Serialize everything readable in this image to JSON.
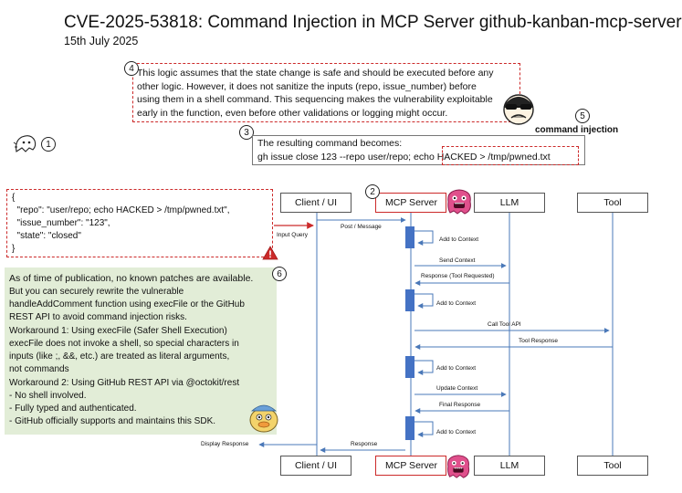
{
  "header": {
    "title": "CVE-2025-53818: Command Injection in MCP Server github-kanban-mcp-server",
    "date": "15th July 2025"
  },
  "markers": [
    "1",
    "2",
    "3",
    "4",
    "5",
    "6"
  ],
  "note4": {
    "lines": [
      "This logic assumes that the state change is safe and should be executed before any",
      "other logic. However, it does not sanitize the inputs (repo, issue_number) before",
      "using them in a shell command. This sequencing makes the vulnerability exploitable",
      "early in the function, even before other validations or logging might occur."
    ]
  },
  "command_injection_label": "command injection",
  "result_box": {
    "line1": "The resulting command becomes:",
    "line2": "gh issue close 123 --repo user/repo; echo HACKED > /tmp/pwned.txt"
  },
  "json_payload": {
    "lines": [
      "{",
      "  \"repo\": \"user/repo; echo HACKED > /tmp/pwned.txt\",",
      "  \"issue_number\": \"123\",",
      "  \"state\": \"closed\"",
      "}"
    ]
  },
  "mitigation": {
    "lines": [
      "As of time of publication, no known patches are available.",
      "But you can securely rewrite the vulnerable",
      "handleAddComment function using execFile or the GitHub",
      "REST API to avoid command injection risks.",
      "Workaround 1: Using execFile (Safer Shell Execution)",
      "execFile does not invoke a shell, so special characters in",
      "inputs (like ;, &&, etc.) are treated as literal arguments,",
      "not commands",
      "Workaround 2: Using GitHub REST API via @octokit/rest",
      "- No shell involved.",
      "- Fully typed and authenticated.",
      "- GitHub officially supports and maintains this SDK."
    ]
  },
  "participants": {
    "client": "Client / UI",
    "server": "MCP Server",
    "llm": "LLM",
    "tool": "Tool"
  },
  "messages": {
    "input_query": "Input Query",
    "post_message": "Post / Message",
    "add_context_1": "Add to Context",
    "send_context": "Send Context",
    "response_tool_requested": "Response (Tool Requested)",
    "add_context_2": "Add to Context",
    "call_tool_api": "Call Tool API",
    "tool_response": "Tool Response",
    "add_context_3": "Add to Context",
    "update_context": "Update Context",
    "final_response": "Final Response",
    "add_context_4": "Add to Context",
    "response": "Response",
    "display_response": "Display Response"
  },
  "colors": {
    "accent_red": "#cc2a2a",
    "arrow_blue": "#4a78b8",
    "activation_blue": "#4472c4",
    "mitigation_bg": "#e2edd7",
    "mascot_pink": "#e0508c"
  },
  "icons": [
    "hacker-face-icon",
    "ghost-icon",
    "pink-monster-icon",
    "warning-icon",
    "duck-mascot-icon"
  ]
}
